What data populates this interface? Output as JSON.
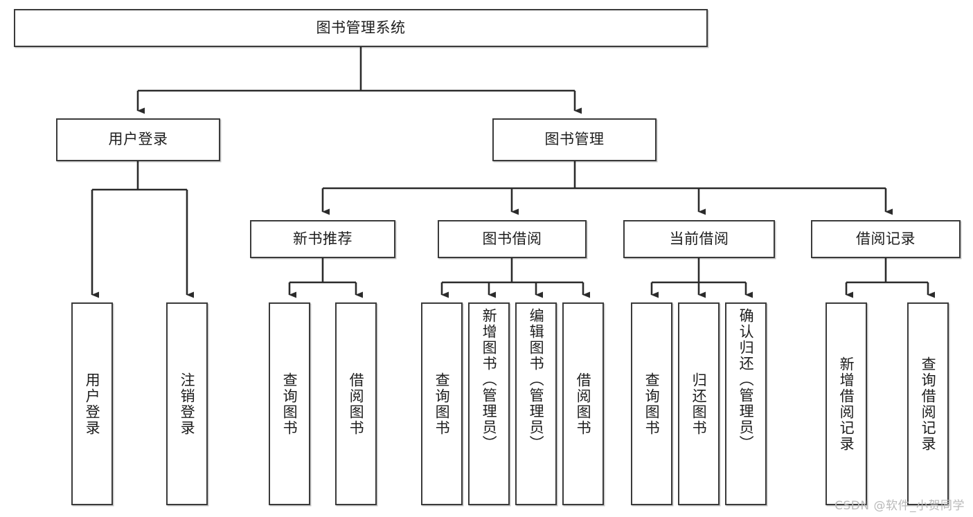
{
  "diagram": {
    "type": "tree-hierarchy",
    "title": "图书管理系统",
    "watermark": "CSDN @软件_小贺同学",
    "colors": {
      "box_border": "#3a3a3a",
      "box_fill": "#ffffff",
      "connector": "#2b2b2b",
      "text": "#1d1d1d",
      "watermark": "#b9b9b9"
    },
    "levels": [
      {
        "level": 1,
        "nodes": [
          {
            "id": "root",
            "label": "图书管理系统",
            "orientation": "horizontal"
          }
        ]
      },
      {
        "level": 2,
        "nodes": [
          {
            "id": "login",
            "label": "用户登录",
            "orientation": "horizontal",
            "parent": "root"
          },
          {
            "id": "bookmgmt",
            "label": "图书管理",
            "orientation": "horizontal",
            "parent": "root"
          }
        ]
      },
      {
        "level": 3,
        "nodes": [
          {
            "id": "newbook",
            "label": "新书推荐",
            "orientation": "horizontal",
            "parent": "bookmgmt"
          },
          {
            "id": "borrow",
            "label": "图书借阅",
            "orientation": "horizontal",
            "parent": "bookmgmt"
          },
          {
            "id": "current",
            "label": "当前借阅",
            "orientation": "horizontal",
            "parent": "bookmgmt"
          },
          {
            "id": "records",
            "label": "借阅记录",
            "orientation": "horizontal",
            "parent": "bookmgmt"
          }
        ]
      },
      {
        "level": 4,
        "nodes": [
          {
            "id": "leaf1",
            "label": "用户登录",
            "orientation": "vertical",
            "parent": "login"
          },
          {
            "id": "leaf2",
            "label": "注销登录",
            "orientation": "vertical",
            "parent": "login"
          },
          {
            "id": "leaf3",
            "label": "查询图书",
            "orientation": "vertical",
            "parent": "newbook"
          },
          {
            "id": "leaf4",
            "label": "借阅图书",
            "orientation": "vertical",
            "parent": "newbook"
          },
          {
            "id": "leaf5",
            "label": "查询图书",
            "orientation": "vertical",
            "parent": "borrow"
          },
          {
            "id": "leaf6",
            "label": "新增图书（管理员）",
            "orientation": "vertical",
            "parent": "borrow"
          },
          {
            "id": "leaf7",
            "label": "编辑图书（管理员）",
            "orientation": "vertical",
            "parent": "borrow"
          },
          {
            "id": "leaf8",
            "label": "借阅图书",
            "orientation": "vertical",
            "parent": "borrow"
          },
          {
            "id": "leaf9",
            "label": "查询图书",
            "orientation": "vertical",
            "parent": "current"
          },
          {
            "id": "leaf10",
            "label": "归还图书",
            "orientation": "vertical",
            "parent": "current"
          },
          {
            "id": "leaf11",
            "label": "确认归还（管理员）",
            "orientation": "vertical",
            "parent": "current"
          },
          {
            "id": "leaf12",
            "label": "新增借阅记录",
            "orientation": "vertical",
            "parent": "records"
          },
          {
            "id": "leaf13",
            "label": "查询借阅记录",
            "orientation": "vertical",
            "parent": "records"
          }
        ]
      }
    ]
  }
}
